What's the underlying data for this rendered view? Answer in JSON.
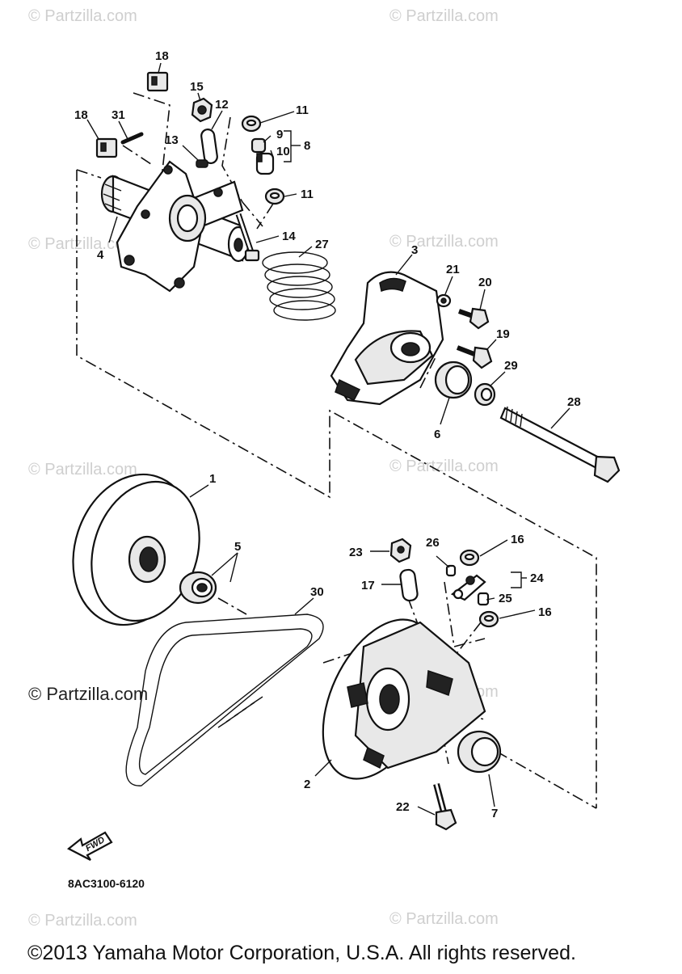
{
  "watermarks": [
    "© Partzilla.com",
    "© Partzilla.com",
    "© Partzilla.com",
    "© Partzilla.com",
    "© Partzilla.com",
    "© Partzilla.com",
    "© Partzilla.com",
    "© Partzilla.com"
  ],
  "watermark_dark": "© Partzilla.com",
  "part_numbers": {
    "n1": "1",
    "n2": "2",
    "n3": "3",
    "n4": "4",
    "n5": "5",
    "n6": "6",
    "n7": "7",
    "n8": "8",
    "n9": "9",
    "n10": "10",
    "n11a": "11",
    "n11b": "11",
    "n12": "12",
    "n13": "13",
    "n14": "14",
    "n15": "15",
    "n16a": "16",
    "n16b": "16",
    "n17": "17",
    "n18a": "18",
    "n18b": "18",
    "n19": "19",
    "n20": "20",
    "n21": "21",
    "n22": "22",
    "n23": "23",
    "n24": "24",
    "n25": "25",
    "n26": "26",
    "n27": "27",
    "n28": "28",
    "n29": "29",
    "n30": "30",
    "n31": "31"
  },
  "fwd_label": "FWD",
  "diagram_code": "8AC3100-6120",
  "copyright": "©2013 Yamaha Motor Corporation, U.S.A. All rights reserved."
}
